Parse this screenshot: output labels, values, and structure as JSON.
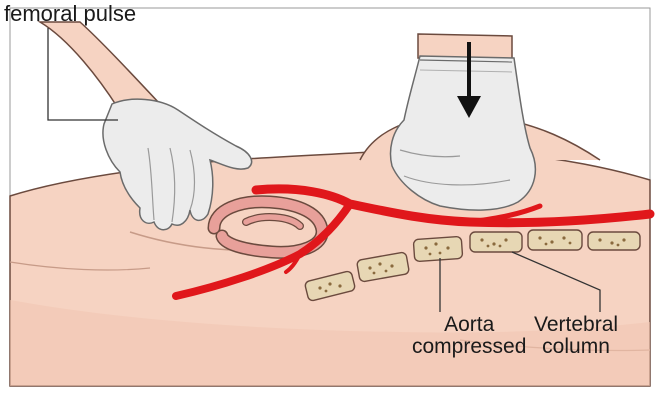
{
  "labels": {
    "femoral_pulse": "femoral pulse",
    "aorta_line1": "Aorta",
    "aorta_line2": "compressed",
    "vertebral_line1": "Vertebral",
    "vertebral_line2": "column"
  },
  "colors": {
    "skin": "#f6d3c2",
    "skin_shadow": "#e8b9a5",
    "outline": "#6b4a3e",
    "glove": "#ececec",
    "artery": "#e0171b",
    "intestine": "#e8a09a",
    "vertebra": "#e7d7b4",
    "vertebra_dots": "#8a6a3e",
    "arrow": "#111111",
    "leader_line": "#333333"
  },
  "icons": {
    "left_hand": "gloved-hand-icon",
    "right_hand": "gloved-fist-icon",
    "arrow": "down-arrow-icon"
  }
}
